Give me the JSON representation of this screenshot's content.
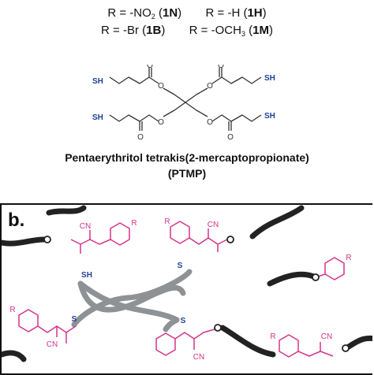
{
  "r_groups": {
    "line1": [
      {
        "prefix": "R = -NO",
        "sub": "2",
        "open": " (",
        "code": "1N",
        "close": ")"
      },
      {
        "prefix": "R = -H",
        "sub": "",
        "open": " (",
        "code": "1H",
        "close": ")"
      }
    ],
    "line2": [
      {
        "prefix": "R = -Br",
        "sub": "",
        "open": " (",
        "code": "1B",
        "close": ")"
      },
      {
        "prefix": "R = -OCH",
        "sub": "3",
        "open": " (",
        "code": "1M",
        "close": ")"
      }
    ]
  },
  "molecule": {
    "thiol_label": "SH",
    "compound_name": "Pentaerythritol tetrakis(2-mercaptopropionate)",
    "compound_abbrev": "(PTMP)"
  },
  "panel_b": {
    "label": "b.",
    "atom_labels": {
      "r": "R",
      "cn": "CN",
      "s": "S",
      "sh": "SH",
      "o": "O"
    }
  },
  "colors": {
    "thiol_blue": "#1f3f99",
    "acrylate_magenta": "#d6338a",
    "polymer_black": "#222222",
    "crosslinker_gray": "#8f9295"
  }
}
